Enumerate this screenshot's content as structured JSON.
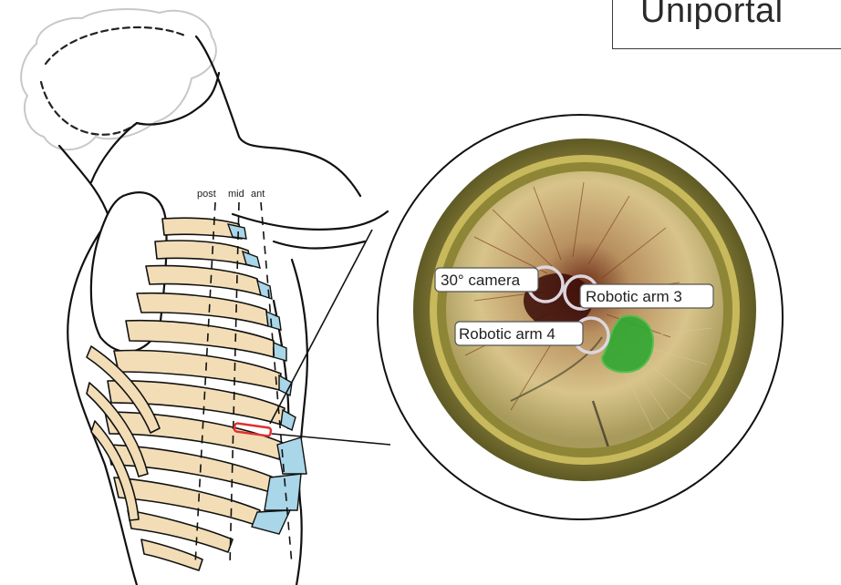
{
  "title": "Uniportal",
  "thorax": {
    "line_labels": {
      "post": "post",
      "mid": "mid",
      "ant": "ant"
    }
  },
  "port_view": {
    "labels": {
      "camera": "30° camera",
      "arm3": "Robotic arm 3",
      "arm4": "Robotic arm 4"
    }
  },
  "colors": {
    "rib": "#f2ddb6",
    "cartilage": "#a9d6e8",
    "incision": "#e03030",
    "target": "#2fa832",
    "port_ring": "#b9a848"
  }
}
